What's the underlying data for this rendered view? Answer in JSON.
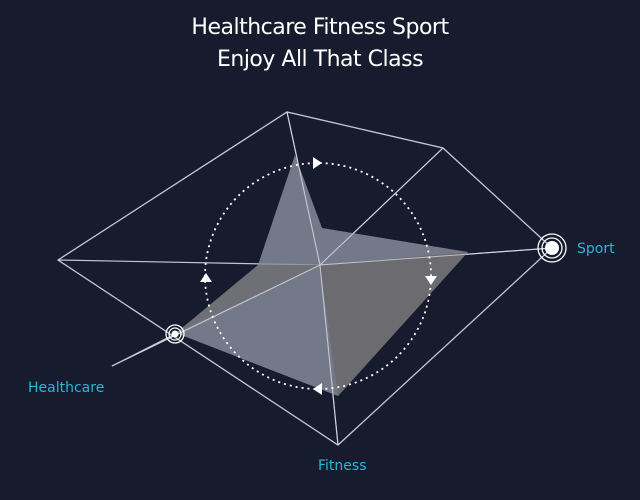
{
  "title": {
    "line1": "Healthcare Fitness Sport",
    "line2": "Enjoy All That Class"
  },
  "labels": {
    "sport": "Sport",
    "healthcare": "Healthcare",
    "fitness": "Fitness"
  },
  "colors": {
    "background": "#161c2e",
    "frame": "#c4c8d2",
    "polygon_light": "#878d9e",
    "polygon_dark": "#6b6b6e",
    "label": "#2ab6d9",
    "ring": "#ffffff"
  },
  "icons": [
    "node-icon",
    "arrow-icon"
  ]
}
